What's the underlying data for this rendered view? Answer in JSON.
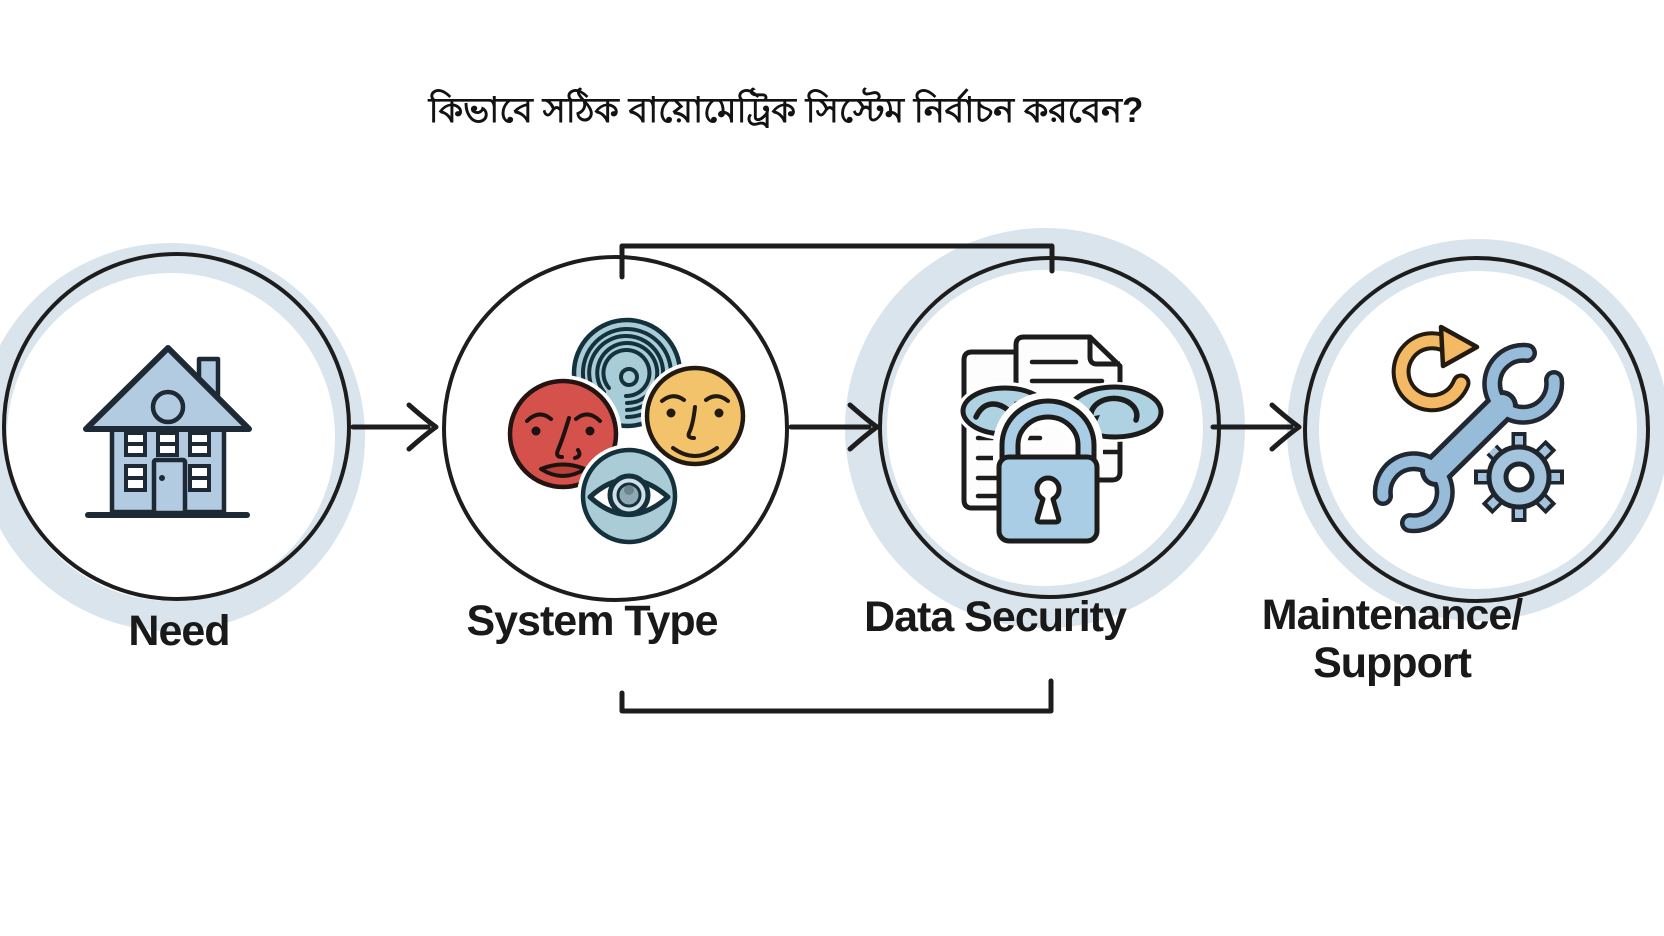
{
  "title": "কিভাবে সঠিক বায়োমেট্রিক সিস্টেম নির্বাচন করবেন?",
  "steps": [
    {
      "id": "need",
      "label": "Need",
      "icons": [
        "house-icon"
      ]
    },
    {
      "id": "system-type",
      "label": "System Type",
      "icons": [
        "fingerprint-icon",
        "red-face-icon",
        "yellow-face-icon",
        "iris-eye-icon"
      ]
    },
    {
      "id": "data-security",
      "label": "Data Security",
      "icons": [
        "document-icon",
        "sync-ellipse-icon",
        "padlock-icon"
      ]
    },
    {
      "id": "maintenance-support",
      "label": "Maintenance/\nSupport",
      "icons": [
        "refresh-arrow-icon",
        "wrench-icon",
        "gear-icon"
      ]
    }
  ],
  "palette": {
    "background": "#ffffff",
    "outline": "#1d1d1d",
    "halo_blue": "#d9e4ec",
    "house_blue": "#b3cbe0",
    "pale_blue": "#a8ccd8",
    "sync_blue": "#aed2e2",
    "lock_blue": "#a9cde4",
    "steel_blue": "#97bcd9",
    "gear_blue": "#a4c4de",
    "red": "#d5514b",
    "yellow": "#f2c36b",
    "orange": "#f3b964",
    "ink": "#15313c"
  }
}
